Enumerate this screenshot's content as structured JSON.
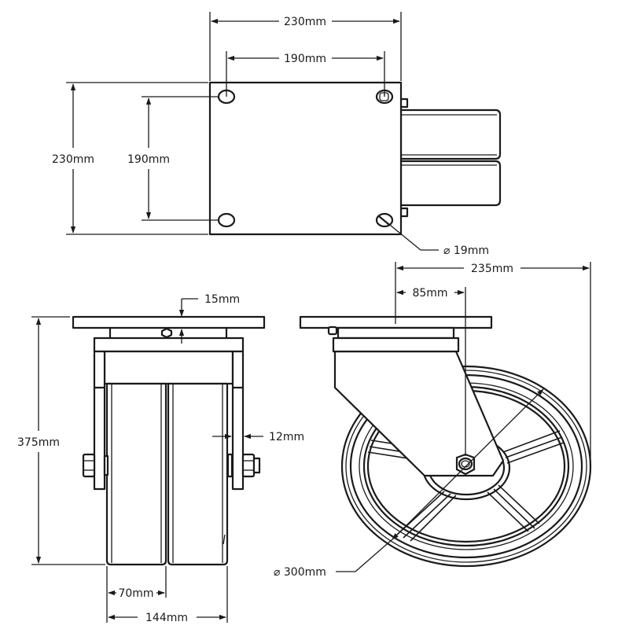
{
  "title": "Swivel caster dimension drawing",
  "colors": {
    "line": "#1a1a1a",
    "background": "#ffffff"
  },
  "top_view": {
    "plate_width": "230mm",
    "hole_spacing_x": "190mm",
    "plate_height": "230mm",
    "hole_spacing_y": "190mm",
    "hole_diameter": "⌀ 19mm"
  },
  "front_view": {
    "plate_thickness": "15mm",
    "overall_height": "375mm",
    "leg_thickness": "12mm",
    "wheel_width": "70mm",
    "overall_width": "144mm"
  },
  "side_view": {
    "swivel_radius": "235mm",
    "offset": "85mm",
    "wheel_diameter": "⌀ 300mm"
  }
}
